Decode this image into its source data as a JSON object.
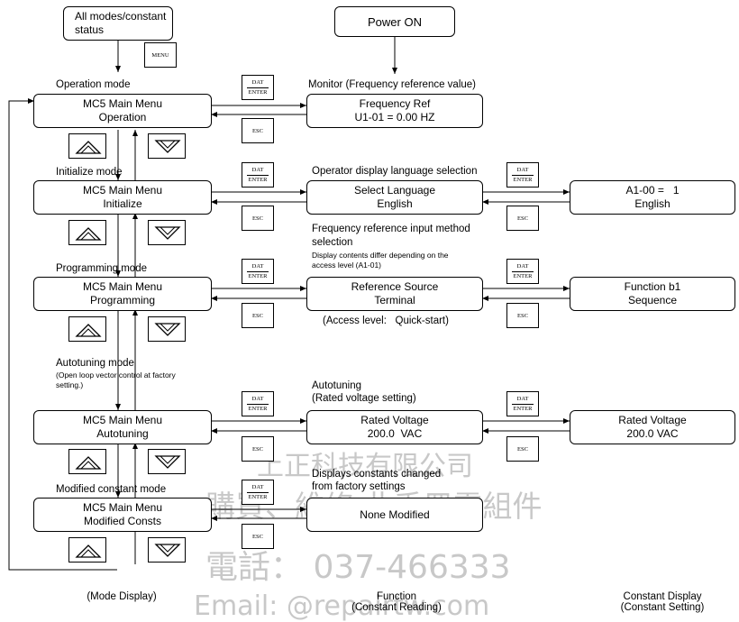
{
  "top": {
    "start_box": [
      "All modes/constant",
      "status"
    ],
    "power_box": "Power ON",
    "menu_key": "MENU"
  },
  "keys": {
    "dat": "DAT",
    "enter": "ENTER",
    "esc": "ESC"
  },
  "modes": [
    {
      "label": "Operation mode",
      "menu_line1": "MC5    Main Menu",
      "menu_line2": "Operation",
      "func_title": "Monitor (Frequency reference value)",
      "func_line1": "Frequency Ref",
      "func_line2": "U1-01 = 0.00  HZ"
    },
    {
      "label": "Initialize mode",
      "menu_line1": "MC5    Main Menu",
      "menu_line2": "Initialize",
      "func_title": "Operator display language selection",
      "func_line1": "Select Language",
      "func_line2": "English",
      "const_line1": "A1-00 =   1",
      "const_line2": "English"
    },
    {
      "label": "Programming mode",
      "menu_line1": "MC5    Main Menu",
      "menu_line2": "Programming",
      "func_title_1": "Frequency reference input method",
      "func_title_2": "selection",
      "func_note_1": "Display contents differ depending on the",
      "func_note_2": "access level (A1-01)",
      "func_line1": "Reference Source",
      "func_line2": "Terminal",
      "func_sub": "(Access level:   Quick-start)",
      "const_line1": "Function b1",
      "const_line2": "Sequence"
    },
    {
      "label": "Autotuning mode",
      "note_1": "(Open loop vector control at factory",
      "note_2": "setting.)",
      "menu_line1": "MC5    Main Menu",
      "menu_line2": "Autotuning",
      "func_title_1": "Autotuning",
      "func_title_2": "(Rated voltage setting)",
      "func_line1": "Rated Voltage",
      "func_line2": "200.0  VAC",
      "const_line1": "Rated Voltage",
      "const_line2": "200.0 VAC"
    },
    {
      "label": "Modified constant mode",
      "menu_line1": "MC5    Main Menu",
      "menu_line2": "Modified Consts",
      "func_title_1": "Displays constants changed",
      "func_title_2": "from factory settings",
      "func_line1": "None Modified"
    }
  ],
  "bottom": {
    "mode_display": "(Mode Display)",
    "function_1": "Function",
    "function_2": "(Constant Reading)",
    "constant_1": "Constant Display",
    "constant_2": "(Constant Setting)"
  },
  "watermark": {
    "line1": "上正科技有限公司",
    "line2": "購買、維修  此手冊零組件",
    "line3": "電話：  037-466333",
    "line4": "Email:          @repairtw.com"
  }
}
